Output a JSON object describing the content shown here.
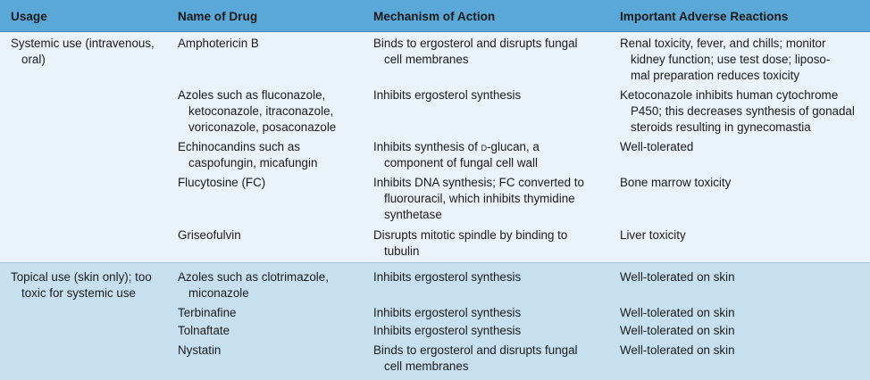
{
  "header": {
    "usage": "Usage",
    "drug": "Name of Drug",
    "mechanism": "Mechanism of Action",
    "adverse": "Important Adverse Reactions"
  },
  "groups": [
    {
      "usage_lines": [
        "Systemic use (intravenous,",
        "oral)"
      ],
      "rows": [
        {
          "drug_lines": [
            "Amphotericin B"
          ],
          "mechanism_lines": [
            "Binds to ergosterol and disrupts fungal",
            "cell membranes"
          ],
          "adverse_lines": [
            "Renal toxicity, fever, and chills; monitor",
            "kidney function; use test dose; liposo-",
            "mal preparation reduces toxicity"
          ]
        },
        {
          "drug_lines": [
            "Azoles such as fluconazole,",
            "ketoconazole, itraconazole,",
            "voriconazole, posaconazole"
          ],
          "mechanism_lines": [
            "Inhibits ergosterol synthesis"
          ],
          "adverse_lines": [
            "Ketoconazole inhibits human cytochrome",
            "P450; this decreases synthesis of gonadal",
            "steroids resulting in gynecomastia"
          ]
        },
        {
          "drug_lines": [
            "Echinocandins such as",
            "caspofungin, micafungin"
          ],
          "mechanism_lines": [
            "Inhibits synthesis of ",
            "component of fungal cell wall"
          ],
          "mechanism_sc": "d",
          "mechanism_after_sc": "-glucan, a",
          "adverse_lines": [
            "Well-tolerated"
          ]
        },
        {
          "drug_lines": [
            "Flucytosine (FC)"
          ],
          "mechanism_lines": [
            "Inhibits DNA synthesis; FC converted to",
            "fluorouracil, which inhibits thymidine",
            "synthetase"
          ],
          "adverse_lines": [
            "Bone marrow toxicity"
          ]
        },
        {
          "drug_lines": [
            "Griseofulvin"
          ],
          "mechanism_lines": [
            "Disrupts mitotic spindle by binding to",
            "tubulin"
          ],
          "adverse_lines": [
            "Liver toxicity"
          ]
        }
      ]
    },
    {
      "usage_lines": [
        "Topical use (skin only); too",
        "toxic for systemic use"
      ],
      "rows": [
        {
          "drug_lines": [
            "Azoles such as clotrimazole,",
            "miconazole"
          ],
          "mechanism_lines": [
            "Inhibits ergosterol synthesis"
          ],
          "adverse_lines": [
            "Well-tolerated on skin"
          ]
        },
        {
          "drug_lines": [
            "Terbinafine"
          ],
          "mechanism_lines": [
            "Inhibits ergosterol synthesis"
          ],
          "adverse_lines": [
            "Well-tolerated on skin"
          ]
        },
        {
          "drug_lines": [
            "Tolnaftate"
          ],
          "mechanism_lines": [
            "Inhibits ergosterol synthesis"
          ],
          "adverse_lines": [
            "Well-tolerated on skin"
          ]
        },
        {
          "drug_lines": [
            "Nystatin"
          ],
          "mechanism_lines": [
            "Binds to ergosterol and disrupts fungal",
            "cell membranes"
          ],
          "adverse_lines": [
            "Well-tolerated on skin"
          ]
        }
      ]
    }
  ]
}
